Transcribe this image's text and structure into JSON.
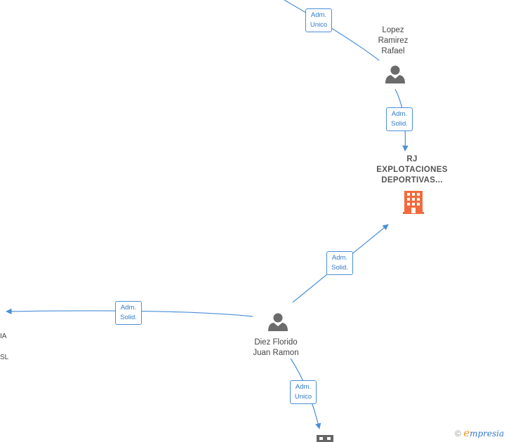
{
  "nodes": {
    "lopez": {
      "lines": [
        "Lopez",
        "Ramirez",
        "Rafael"
      ],
      "icon": "person-icon"
    },
    "rj": {
      "lines": [
        "RJ",
        "EXPLOTACIONES",
        "DEPORTIVAS..."
      ],
      "icon": "building-icon",
      "icon_color": "#f26a3c"
    },
    "diez": {
      "lines": [
        "Diez Florido",
        "Juan Ramon"
      ],
      "icon": "person-icon"
    },
    "bottom_company": {
      "icon": "building-icon",
      "icon_color": "#666666"
    }
  },
  "edges": {
    "top_to_lopez": [
      "Adm.",
      "Unico"
    ],
    "lopez_to_rj": [
      "Adm.",
      "Solid."
    ],
    "diez_to_rj": [
      "Adm.",
      "Solid."
    ],
    "diez_to_left": [
      "Adm.",
      "Solid."
    ],
    "diez_to_bottom": [
      "Adm.",
      "Unico"
    ]
  },
  "cut_texts": [
    "IA",
    "SL"
  ],
  "footer": {
    "copyright": "©",
    "brand_initial": "e",
    "brand_rest": "mpresia"
  },
  "colors": {
    "edge": "#4a8fd8",
    "person": "#6b6b6b",
    "company_main": "#f26a3c",
    "company_other": "#666666"
  }
}
